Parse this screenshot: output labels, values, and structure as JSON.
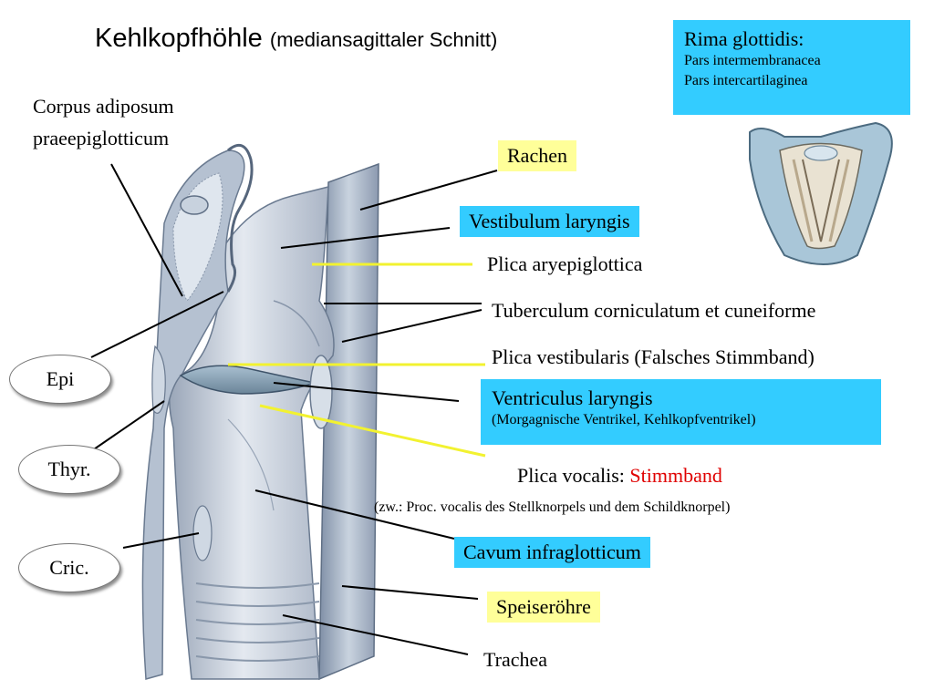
{
  "title": {
    "main": "Kehlkopfhöhle",
    "sub": "(mediansagittaler Schnitt)"
  },
  "rima": {
    "title": "Rima glottidis:",
    "line1": "Pars intermembranacea",
    "line2": "Pars intercartilaginea"
  },
  "labels": {
    "corpus1": "Corpus adiposum",
    "corpus2": "praeepiglotticum",
    "rachen": "Rachen",
    "vestibulum": "Vestibulum laryngis",
    "aryepi": "Plica aryepiglottica",
    "tuberculum": "Tuberculum corniculatum et cuneiforme",
    "vestibularis": "Plica vestibularis (Falsches Stimmband)",
    "ventriculus": "Ventriculus laryngis",
    "ventriculus_sub": "(Morgagnische Ventrikel, Kehlkopfventrikel)",
    "vocalis": "Plica vocalis: ",
    "vocalis_red": "Stimmband",
    "vocalis_note": "(zw.: Proc. vocalis des Stellknorpels und dem Schildknorpel)",
    "cavum": "Cavum infraglotticum",
    "speise": "Speiseröhre",
    "trachea": "Trachea"
  },
  "ovals": {
    "epi": "Epi",
    "thyr": "Thyr.",
    "cric": "Cric."
  },
  "colors": {
    "blue_box": "#33ccff",
    "yellow_box": "#ffff99",
    "highlight": "#e00000",
    "pointer_yellow": "#f2f230"
  }
}
